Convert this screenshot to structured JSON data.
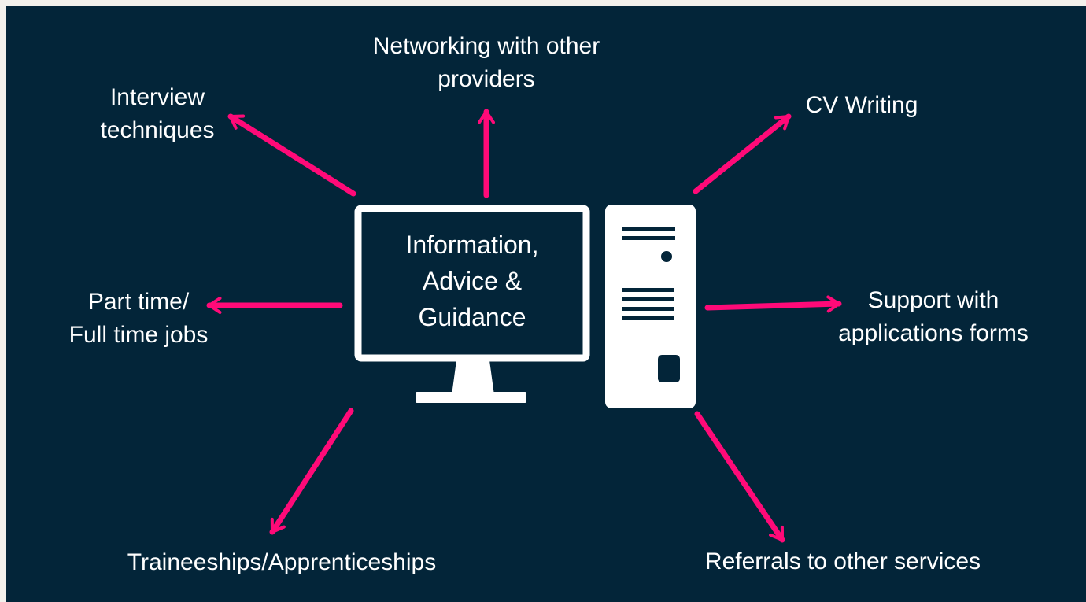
{
  "colors": {
    "background": "#032539",
    "page_margin": "#f3f1ec",
    "arrow": "#ff0a78",
    "foreground": "#ffffff"
  },
  "center": {
    "label": "Information,\nAdvice &\nGuidance",
    "icons": [
      "monitor-icon",
      "computer-tower-icon"
    ]
  },
  "nodes": {
    "networking": "Networking with other\nproviders",
    "interview": "Interview\ntechniques",
    "cv": "CV Writing",
    "parttime": "Part time/\nFull time jobs",
    "support": "Support with\napplications forms",
    "traineeships": "Traineeships/Apprenticeships",
    "referrals": "Referrals to other services"
  }
}
